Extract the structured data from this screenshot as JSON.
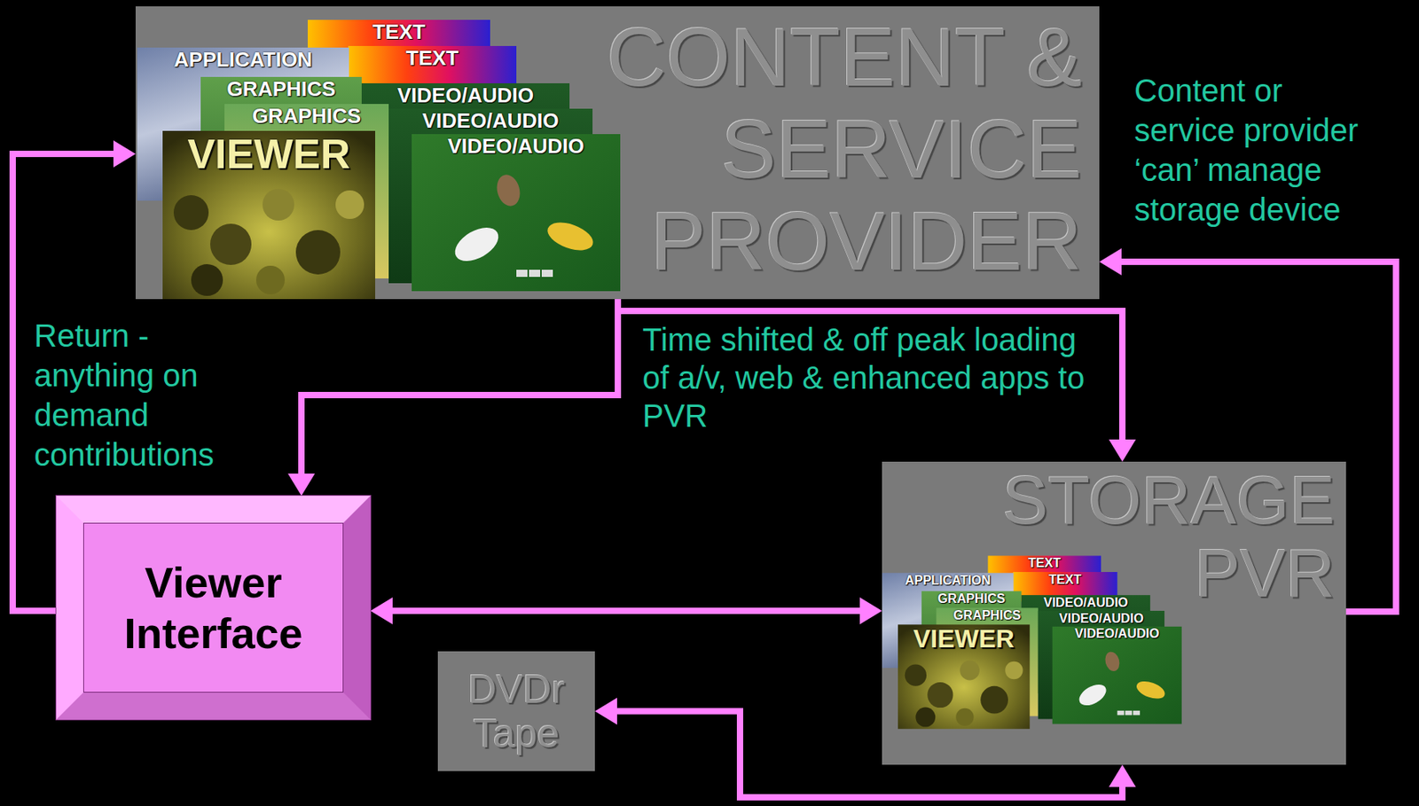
{
  "diagram": {
    "nodes": [
      {
        "text": [
          "CONTENT & SERVICE PROVIDER"
        ]
      },
      {
        "text": [
          "Viewer Interface"
        ]
      },
      {
        "text": [
          "STORAGE PVR"
        ]
      },
      {
        "text": [
          "DVDr Tape"
        ]
      }
    ],
    "edges": [
      {
        "from": 1,
        "to": 0,
        "arrow": "to",
        "label": "Return - anything on demand contributions"
      },
      {
        "from": 0,
        "to": 1,
        "arrow": "to"
      },
      {
        "from": 0,
        "to": 2,
        "arrow": "to",
        "label": "Time shifted & off peak loading of a/v, web & enhanced apps to PVR"
      },
      {
        "from": 2,
        "to": 0,
        "arrow": "to",
        "label": "Content or service provider ‘can’ manage storage device"
      },
      {
        "from": 1,
        "to": 2,
        "arrow": "both"
      },
      {
        "from": 2,
        "to": 3,
        "arrow": "both"
      }
    ],
    "labels": [
      "TEXT",
      "TEXT",
      "APPLICATION",
      "GRAPHICS",
      "VIDEO/AUDIO",
      "GRAPHICS",
      "VIDEO/AUDIO",
      "VIDEO/AUDIO",
      "VIEWER",
      "TEXT",
      "TEXT",
      "APPLICATION",
      "GRAPHICS",
      "VIDEO/AUDIO",
      "GRAPHICS",
      "VIDEO/AUDIO",
      "VIDEO/AUDIO",
      "VIEWER"
    ]
  }
}
